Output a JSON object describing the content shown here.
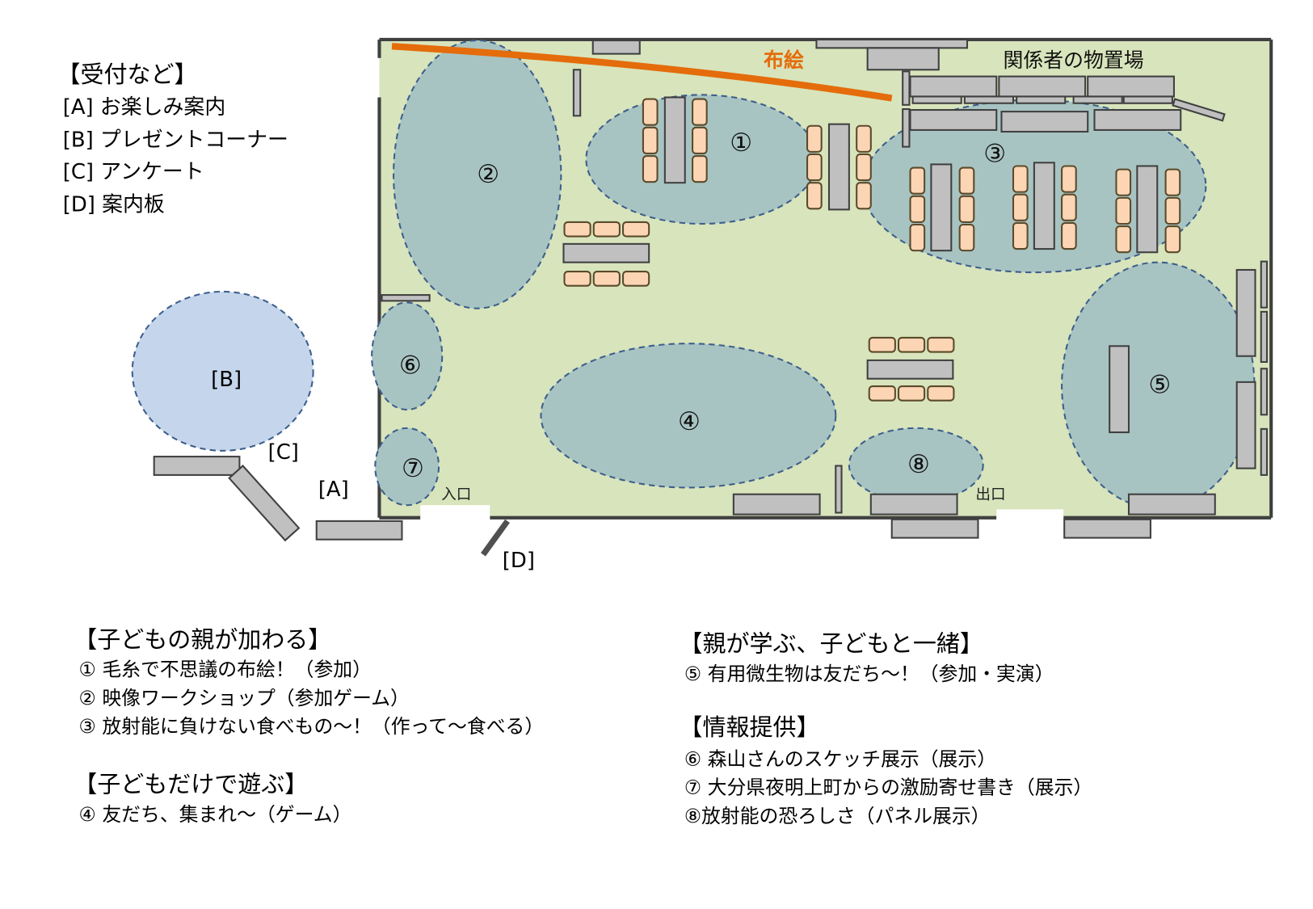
{
  "title_reception": "【受付など】",
  "reception_items": [
    "[A] お楽しみ案内",
    "[B] プレゼントコーナー",
    "[C] アンケート",
    "[D] 案内板"
  ],
  "map": {
    "cloth_art_label": "布絵",
    "storage_label": "関係者の物置場",
    "entrance": "入口",
    "exit": "出口",
    "zones": [
      "①",
      "②",
      "③",
      "④",
      "⑤",
      "⑥",
      "⑦",
      "⑧"
    ],
    "markers": {
      "A": "[A]",
      "B": "[B]",
      "C": "[C]",
      "D": "[D]"
    },
    "colors": {
      "floor": "#d8e4bc",
      "zone": "#a8c4c2",
      "present": "#c5d6ec",
      "cloth": "#e46c0a",
      "table": "#c0c0c0",
      "chair": "#fcd5b4"
    }
  },
  "legend": {
    "g1": {
      "heading": "【子どもの親が加わる】",
      "items": [
        "① 毛糸で不思議の布絵！（参加）",
        "② 映像ワークショップ（参加ゲーム）",
        "③ 放射能に負けない食べもの～！（作って～食べる）"
      ]
    },
    "g2": {
      "heading": "【子どもだけで遊ぶ】",
      "items": [
        "④ 友だち、集まれ～（ゲーム）"
      ]
    },
    "g3": {
      "heading": "【親が学ぶ、子どもと一緒】",
      "items": [
        "⑤ 有用微生物は友だち～！（参加・実演）"
      ]
    },
    "g4": {
      "heading": "【情報提供】",
      "items": [
        "⑥ 森山さんのスケッチ展示（展示）",
        "⑦ 大分県夜明上町からの激励寄せ書き（展示）",
        "⑧放射能の恐ろしさ（パネル展示）"
      ]
    }
  }
}
